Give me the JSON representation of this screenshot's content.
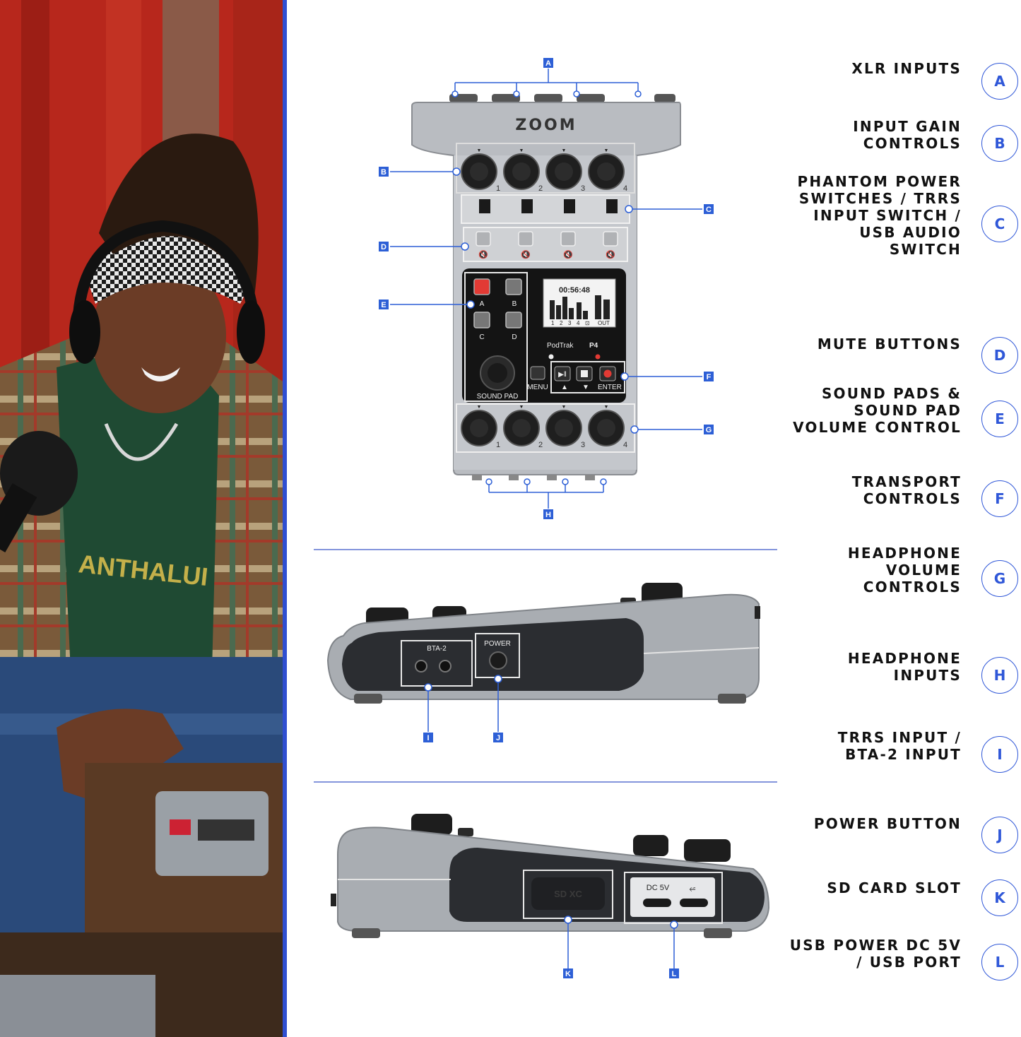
{
  "colors": {
    "accent_blue": "#2f57d8",
    "tag_blue": "#2d5fd6",
    "divider": "#2f4fd1"
  },
  "device": {
    "brand": "ZOOM",
    "model_prefix": "PodTrak",
    "model": "P4",
    "display_time": "00:56:48",
    "display_channels": [
      "1",
      "2",
      "3",
      "4",
      "⊡",
      "OUT"
    ],
    "pads": [
      "A",
      "B",
      "C",
      "D"
    ],
    "pad_knob_label": "SOUND PAD",
    "menu_label": "MENU",
    "enter_label": "ENTER",
    "channel_numbers": [
      "1",
      "2",
      "3",
      "4"
    ],
    "side_bta_label": "BTA-2",
    "side_power_label": "POWER",
    "side_dc_label": "DC 5V",
    "side_sd_label": "SD XC"
  },
  "callouts": [
    "A",
    "B",
    "C",
    "D",
    "E",
    "F",
    "G",
    "H",
    "I",
    "J",
    "K",
    "L"
  ],
  "legend": [
    {
      "letter": "A",
      "label": "XLR INPUTS"
    },
    {
      "letter": "B",
      "label": "INPUT GAIN\nCONTROLS"
    },
    {
      "letter": "C",
      "label": "PHANTOM POWER\nSWITCHES / TRRS\nINPUT SWITCH /\nUSB AUDIO\nSWITCH"
    },
    {
      "letter": "D",
      "label": "MUTE BUTTONS"
    },
    {
      "letter": "E",
      "label": "SOUND PADS &\nSOUND PAD\nVOLUME CONTROL"
    },
    {
      "letter": "F",
      "label": "TRANSPORT\nCONTROLS"
    },
    {
      "letter": "G",
      "label": "HEADPHONE\nVOLUME\nCONTROLS"
    },
    {
      "letter": "H",
      "label": "HEADPHONE\nINPUTS"
    },
    {
      "letter": "I",
      "label": "TRRS INPUT /\nBTA-2 INPUT"
    },
    {
      "letter": "J",
      "label": "POWER BUTTON"
    },
    {
      "letter": "K",
      "label": "SD CARD SLOT"
    },
    {
      "letter": "L",
      "label": "USB POWER DC 5V\n/ USB PORT"
    }
  ]
}
